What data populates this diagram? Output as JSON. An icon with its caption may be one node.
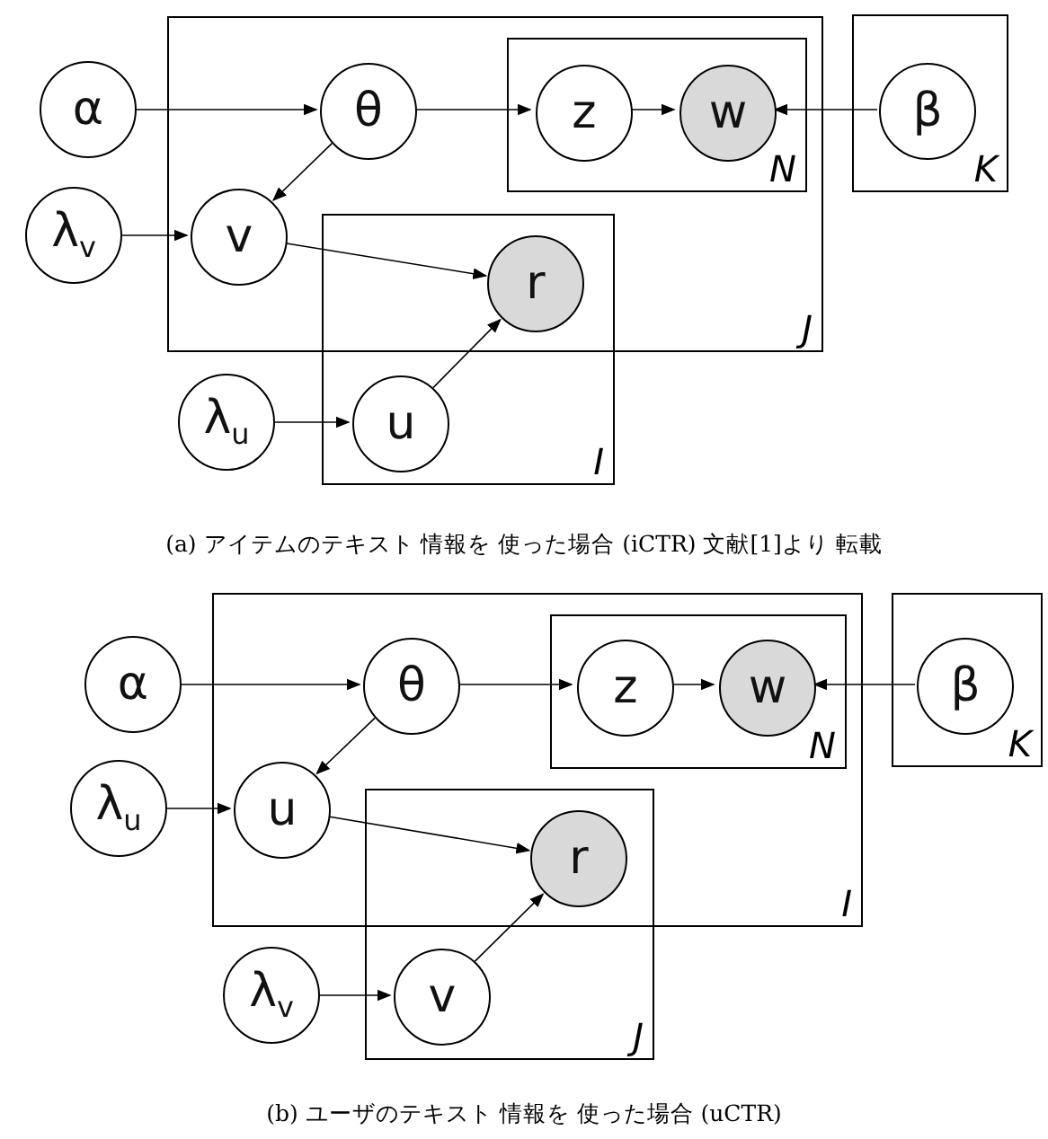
{
  "diagram": {
    "nodes": [
      {
        "text": [
          "α"
        ]
      },
      {
        "text": [
          "J"
        ]
      },
      {
        "text": [
          "θ"
        ],
        "in": 1
      },
      {
        "text": [
          "N"
        ],
        "in": 1
      },
      {
        "text": [
          "z"
        ],
        "in": 3
      },
      {
        "text": [
          "w"
        ],
        "in": 3
      },
      {
        "text": [
          "K"
        ]
      },
      {
        "text": [
          "β"
        ],
        "in": 6
      },
      {
        "text": [
          "λ$_{v}$"
        ]
      },
      {
        "text": [
          "v"
        ],
        "in": 1
      },
      {
        "text": [
          "I"
        ]
      },
      {
        "text": [
          "r"
        ]
      },
      {
        "text": [
          "λ$_{u}$"
        ]
      },
      {
        "text": [
          "u"
        ],
        "in": 10
      },
      {
        "text": [
          "α"
        ]
      },
      {
        "text": [
          "I"
        ]
      },
      {
        "text": [
          "θ"
        ],
        "in": 15
      },
      {
        "text": [
          "N"
        ],
        "in": 15
      },
      {
        "text": [
          "z"
        ],
        "in": 17
      },
      {
        "text": [
          "w"
        ],
        "in": 17
      },
      {
        "text": [
          "K"
        ]
      },
      {
        "text": [
          "β"
        ],
        "in": 20
      },
      {
        "text": [
          "λ$_{u}$"
        ]
      },
      {
        "text": [
          "u"
        ],
        "in": 15
      },
      {
        "text": [
          "J"
        ]
      },
      {
        "text": [
          "r"
        ]
      },
      {
        "text": [
          "λ$_{v}$"
        ]
      },
      {
        "text": [
          "v"
        ],
        "in": 24
      }
    ],
    "edges": [
      {
        "from": 0,
        "to": 2,
        "arrow": "to"
      },
      {
        "from": 2,
        "to": 4,
        "arrow": "to"
      },
      {
        "from": 4,
        "to": 5,
        "arrow": "to"
      },
      {
        "from": 7,
        "to": 5,
        "arrow": "to"
      },
      {
        "from": 2,
        "to": 9,
        "arrow": "to"
      },
      {
        "from": 8,
        "to": 9,
        "arrow": "to"
      },
      {
        "from": 9,
        "to": 11,
        "arrow": "to"
      },
      {
        "from": 12,
        "to": 13,
        "arrow": "to"
      },
      {
        "from": 13,
        "to": 11,
        "arrow": "to"
      },
      {
        "from": 14,
        "to": 16,
        "arrow": "to"
      },
      {
        "from": 16,
        "to": 18,
        "arrow": "to"
      },
      {
        "from": 18,
        "to": 19,
        "arrow": "to"
      },
      {
        "from": 21,
        "to": 19,
        "arrow": "to"
      },
      {
        "from": 16,
        "to": 23,
        "arrow": "to"
      },
      {
        "from": 22,
        "to": 23,
        "arrow": "to"
      },
      {
        "from": 23,
        "to": 25,
        "arrow": "to"
      },
      {
        "from": 26,
        "to": 27,
        "arrow": "to"
      },
      {
        "from": 27,
        "to": 25,
        "arrow": "to"
      }
    ],
    "labels": [
      "(a) アイテムのテキスト 情報を 使った場合 (iCTR) 文献[1]より 転載",
      "(b) ユーザのテキスト 情報を 使った場合 (uCTR)"
    ]
  }
}
